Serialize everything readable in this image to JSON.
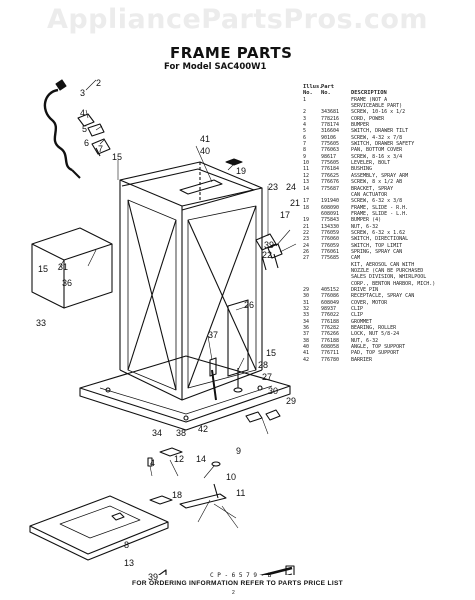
{
  "watermark": "AppliancePartsPros.com",
  "title": "FRAME PARTS",
  "subtitle": "For Model SAC400W1",
  "table": {
    "headers": {
      "illus": "Illus.",
      "part": "Part",
      "no1": "No.",
      "no2": "No.",
      "desc": "DESCRIPTION"
    },
    "rows": [
      {
        "illus": "1",
        "part": "",
        "desc": "FRAME (NOT A"
      },
      {
        "illus": "",
        "part": "",
        "desc": "SERVICEABLE PART)"
      },
      {
        "illus": "2",
        "part": "343681",
        "desc": "SCREW, 10-16 x 1/2"
      },
      {
        "illus": "3",
        "part": "778216",
        "desc": "CORD, POWER"
      },
      {
        "illus": "4",
        "part": "778174",
        "desc": "BUMPER"
      },
      {
        "illus": "5",
        "part": "316604",
        "desc": "SWITCH, DRAWER TILT"
      },
      {
        "illus": "6",
        "part": "90106",
        "desc": "SCREW, 4-32 x 7/8"
      },
      {
        "illus": "7",
        "part": "775605",
        "desc": "SWITCH, DRAWER SAFETY"
      },
      {
        "illus": "8",
        "part": "776063",
        "desc": "PAN, BOTTOM COVER"
      },
      {
        "illus": "9",
        "part": "98617",
        "desc": "SCREW, 8-16 x 3/4"
      },
      {
        "illus": "10",
        "part": "775605",
        "desc": "LEVELER, BOLT"
      },
      {
        "illus": "11",
        "part": "776184",
        "desc": "BUSHING"
      },
      {
        "illus": "12",
        "part": "776625",
        "desc": "ASSEMBLY, SPRAY ARM"
      },
      {
        "illus": "13",
        "part": "776676",
        "desc": "SCREW, 8 x 1/2 AB"
      },
      {
        "illus": "14",
        "part": "775687",
        "desc": "BRACKET, SPRAY"
      },
      {
        "illus": "",
        "part": "",
        "desc": "CAN ACTUATOR"
      },
      {
        "illus": "17",
        "part": "191940",
        "desc": "SCREW, 6-32 x 3/8"
      },
      {
        "illus": "18",
        "part": "608090",
        "desc": "FRAME, SLIDE - R.H."
      },
      {
        "illus": "",
        "part": "608091",
        "desc": "FRAME, SLIDE - L.H."
      },
      {
        "illus": "19",
        "part": "775843",
        "desc": "BUMPER (4)"
      },
      {
        "illus": "21",
        "part": "134330",
        "desc": "NUT, 6-32"
      },
      {
        "illus": "22",
        "part": "776059",
        "desc": "SCREW, 6-32 x 1.62"
      },
      {
        "illus": "23",
        "part": "776060",
        "desc": "SWITCH, DIRECTIONAL"
      },
      {
        "illus": "24",
        "part": "776059",
        "desc": "SWITCH, TOP LIMIT"
      },
      {
        "illus": "26",
        "part": "776061",
        "desc": "SPRING, SPRAY CAN"
      },
      {
        "illus": "27",
        "part": "775685",
        "desc": "CAM"
      },
      {
        "illus": "",
        "part": "",
        "desc": "KIT, AEROSOL CAN WITH"
      },
      {
        "illus": "",
        "part": "",
        "desc": "NOZZLE (CAN BE PURCHASED"
      },
      {
        "illus": "",
        "part": "",
        "desc": "SALES DIVISION, WHIRLPOOL"
      },
      {
        "illus": "",
        "part": "",
        "desc": "CORP., BENTON HARBOR, MICH.)"
      },
      {
        "illus": "29",
        "part": "405152",
        "desc": "DRIVE PIN"
      },
      {
        "illus": "30",
        "part": "776086",
        "desc": "RECEPTACLE, SPRAY CAN"
      },
      {
        "illus": "31",
        "part": "608049",
        "desc": "COVER, MOTOR"
      },
      {
        "illus": "32",
        "part": "98937",
        "desc": "CLIP"
      },
      {
        "illus": "33",
        "part": "776022",
        "desc": "CLIP"
      },
      {
        "illus": "34",
        "part": "776188",
        "desc": "GROMMET"
      },
      {
        "illus": "36",
        "part": "776282",
        "desc": "BEARING, ROLLER"
      },
      {
        "illus": "37",
        "part": "776266",
        "desc": "LOCK, NUT 5/8-24"
      },
      {
        "illus": "38",
        "part": "776188",
        "desc": "NUT, 6-32"
      },
      {
        "illus": "40",
        "part": "608058",
        "desc": "ANGLE, TOP SUPPORT"
      },
      {
        "illus": "41",
        "part": "776711",
        "desc": "PAD, TOP SUPPORT"
      },
      {
        "illus": "42",
        "part": "776780",
        "desc": "BARRIER"
      }
    ]
  },
  "callouts": [
    {
      "n": "2"
    },
    {
      "n": "3"
    },
    {
      "n": "4"
    },
    {
      "n": "5"
    },
    {
      "n": "6"
    },
    {
      "n": "7"
    },
    {
      "n": "15"
    },
    {
      "n": "41"
    },
    {
      "n": "40"
    },
    {
      "n": "19"
    },
    {
      "n": "23"
    },
    {
      "n": "24"
    },
    {
      "n": "21"
    },
    {
      "n": "17"
    },
    {
      "n": "39"
    },
    {
      "n": "22"
    },
    {
      "n": "15"
    },
    {
      "n": "31"
    },
    {
      "n": "36"
    },
    {
      "n": "33"
    },
    {
      "n": "26"
    },
    {
      "n": "37"
    },
    {
      "n": "15"
    },
    {
      "n": "28"
    },
    {
      "n": "27"
    },
    {
      "n": "30"
    },
    {
      "n": "29"
    },
    {
      "n": "34"
    },
    {
      "n": "38"
    },
    {
      "n": "42"
    },
    {
      "n": "4"
    },
    {
      "n": "12"
    },
    {
      "n": "14"
    },
    {
      "n": "9"
    },
    {
      "n": "10"
    },
    {
      "n": "11"
    },
    {
      "n": "8"
    },
    {
      "n": "13"
    },
    {
      "n": "39"
    },
    {
      "n": "18"
    }
  ],
  "diagram_code": "C P - 6 5 7 9 - B",
  "footer": "FOR ORDERING INFORMATION REFER TO PARTS PRICE LIST",
  "page_number": "2"
}
